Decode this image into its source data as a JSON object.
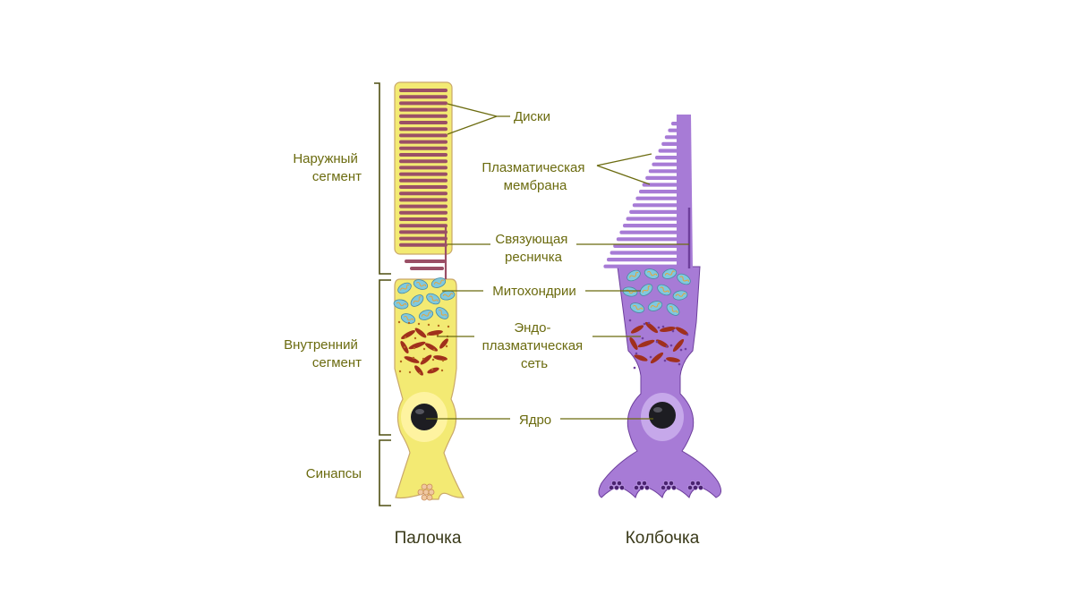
{
  "colors": {
    "rod_fill": "#f3ea73",
    "rod_outline": "#c9a86a",
    "disc": "#9a4f66",
    "cone_fill": "#a77bd6",
    "cone_dark": "#6d3f9c",
    "mito": "#7fc9df",
    "er": "#a0301c",
    "nucleus": "#1d1d22",
    "label": "#6b6b0f"
  },
  "brackets": {
    "outer": [
      "Наружный",
      "сегмент"
    ],
    "inner": [
      "Внутренний",
      "сегмент"
    ],
    "synapse": [
      "Синапсы"
    ]
  },
  "labels": {
    "discs": [
      "Диски"
    ],
    "membrane": [
      "Плазматическая",
      "мембрана"
    ],
    "cilium": [
      "Связующая",
      "ресничка"
    ],
    "mitochondria": [
      "Митохондрии"
    ],
    "er": [
      "Эндо-",
      "плазматическая",
      "сеть"
    ],
    "nucleus": [
      "Ядро"
    ]
  },
  "captions": {
    "rod": "Палочка",
    "cone": "Колбочка"
  }
}
